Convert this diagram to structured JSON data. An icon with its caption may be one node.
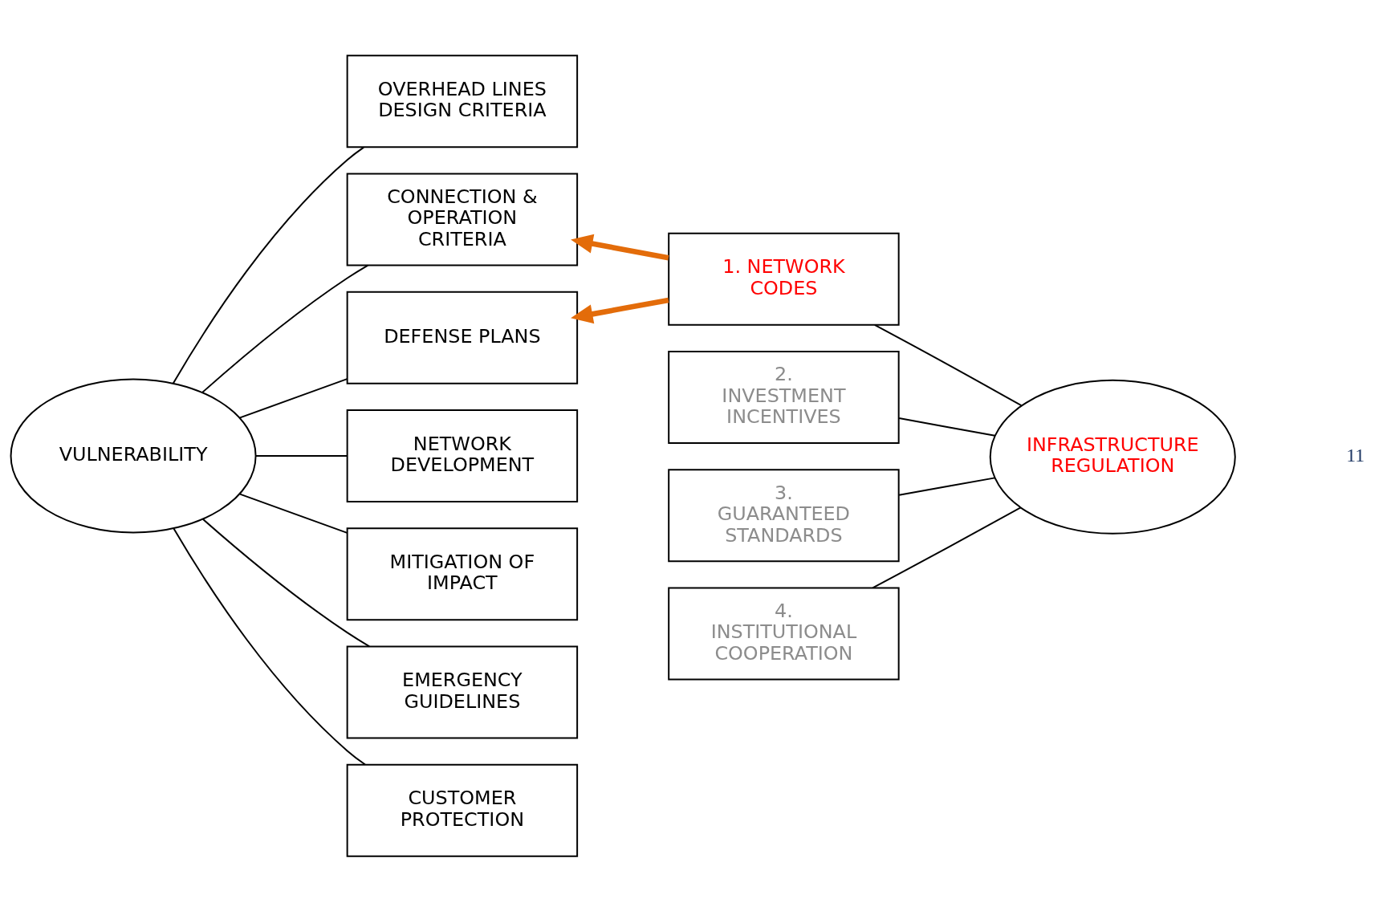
{
  "diagram": {
    "nodes": [
      {
        "text": [
          "VULNERABILITY"
        ]
      },
      {
        "text": [
          "OVERHEAD LINES DESIGN CRITERIA"
        ]
      },
      {
        "text": [
          "CONNECTION & OPERATION CRITERIA"
        ]
      },
      {
        "text": [
          "DEFENSE PLANS"
        ]
      },
      {
        "text": [
          "NETWORK DEVELOPMENT"
        ]
      },
      {
        "text": [
          "MITIGATION OF IMPACT"
        ]
      },
      {
        "text": [
          "EMERGENCY GUIDELINES"
        ]
      },
      {
        "text": [
          "CUSTOMER PROTECTION"
        ]
      },
      {
        "text": [
          "1. NETWORK CODES"
        ]
      },
      {
        "text": [
          "2. INVESTMENT INCENTIVES"
        ]
      },
      {
        "text": [
          "3. GUARANTEED STANDARDS"
        ]
      },
      {
        "text": [
          "4. INSTITUTIONAL COOPERATION"
        ]
      },
      {
        "text": [
          "INFRASTRUCTURE REGULATION"
        ]
      }
    ],
    "edges": [
      {
        "from": 0,
        "to": 1,
        "arrow": "none"
      },
      {
        "from": 0,
        "to": 2,
        "arrow": "none"
      },
      {
        "from": 0,
        "to": 3,
        "arrow": "none"
      },
      {
        "from": 0,
        "to": 4,
        "arrow": "none"
      },
      {
        "from": 0,
        "to": 5,
        "arrow": "none"
      },
      {
        "from": 0,
        "to": 6,
        "arrow": "none"
      },
      {
        "from": 0,
        "to": 7,
        "arrow": "none"
      },
      {
        "from": 8,
        "to": 2,
        "arrow": "to",
        "style": "thick",
        "color": "#e36c0a"
      },
      {
        "from": 8,
        "to": 3,
        "arrow": "to",
        "style": "thick",
        "color": "#e36c0a"
      },
      {
        "from": 8,
        "to": 12,
        "arrow": "none"
      },
      {
        "from": 9,
        "to": 12,
        "arrow": "none"
      },
      {
        "from": 10,
        "to": 12,
        "arrow": "none"
      },
      {
        "from": 11,
        "to": 12,
        "arrow": "none"
      }
    ],
    "labels": [
      "11"
    ]
  }
}
